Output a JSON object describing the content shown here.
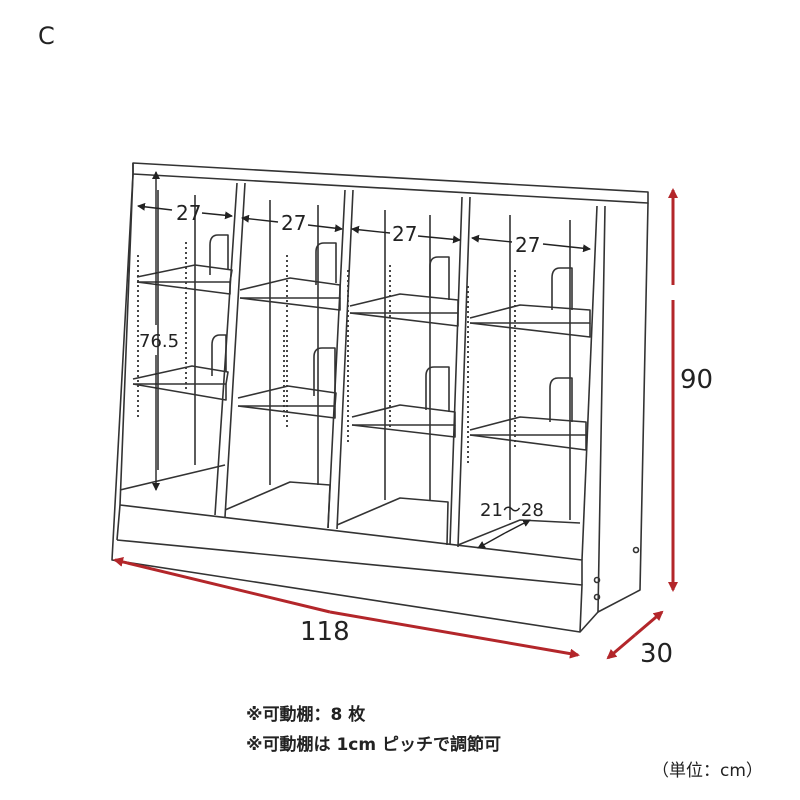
{
  "variant_label": "C",
  "dimensions": {
    "shelf_width_1": "27",
    "shelf_width_2": "27",
    "shelf_width_3": "27",
    "shelf_width_4": "27",
    "inner_height": "76.5",
    "total_height": "90",
    "total_width": "118",
    "depth": "30",
    "cubby_depth_range": "21～28"
  },
  "notes": {
    "movable_shelves": "※可動棚：8 枚",
    "pitch": "※可動棚は 1cm ピッチで調節可"
  },
  "unit_label": "（単位：cm）",
  "colors": {
    "dimension_arrow": "#b3262a",
    "outline": "#333333"
  }
}
